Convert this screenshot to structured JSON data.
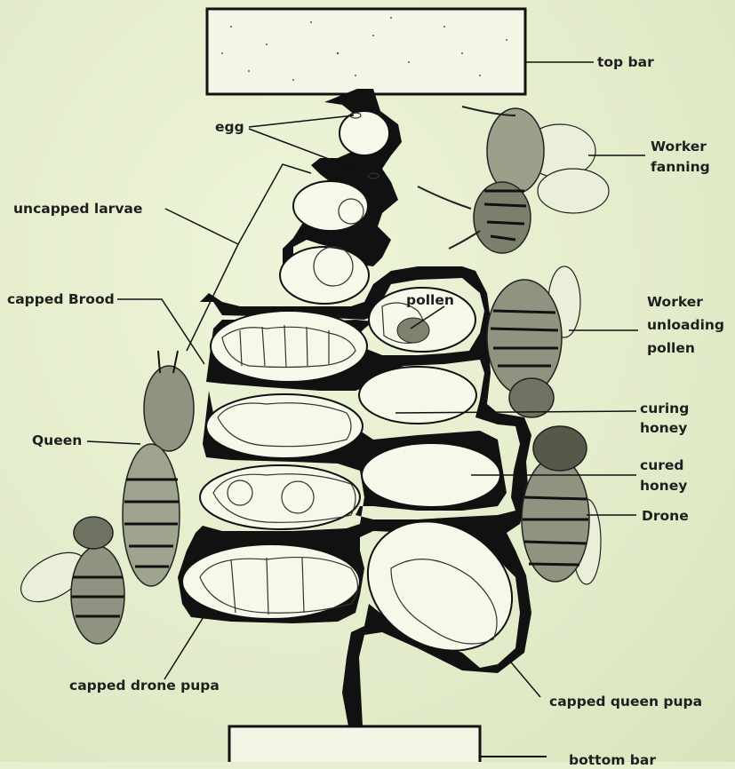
{
  "labels": {
    "top_bar": "top bar",
    "egg": "egg",
    "worker_fanning": [
      "Worker",
      "fanning"
    ],
    "uncapped_larvae": "uncapped larvae",
    "capped_brood": "capped Brood",
    "pollen": "pollen",
    "worker_unloading": [
      "Worker",
      "unloading",
      "pollen"
    ],
    "queen": "Queen",
    "curing_honey": [
      "curing",
      "honey"
    ],
    "cured_honey": [
      "cured",
      "honey"
    ],
    "drone": "Drone",
    "capped_drone_pupa": "capped drone pupa",
    "capped_queen_pupa": "capped queen pupa",
    "bottom_partial": "bottom bar"
  },
  "colors": {
    "background": "#e6efd0",
    "ink": "#111111",
    "bar_fill": "#f3f6e6"
  }
}
